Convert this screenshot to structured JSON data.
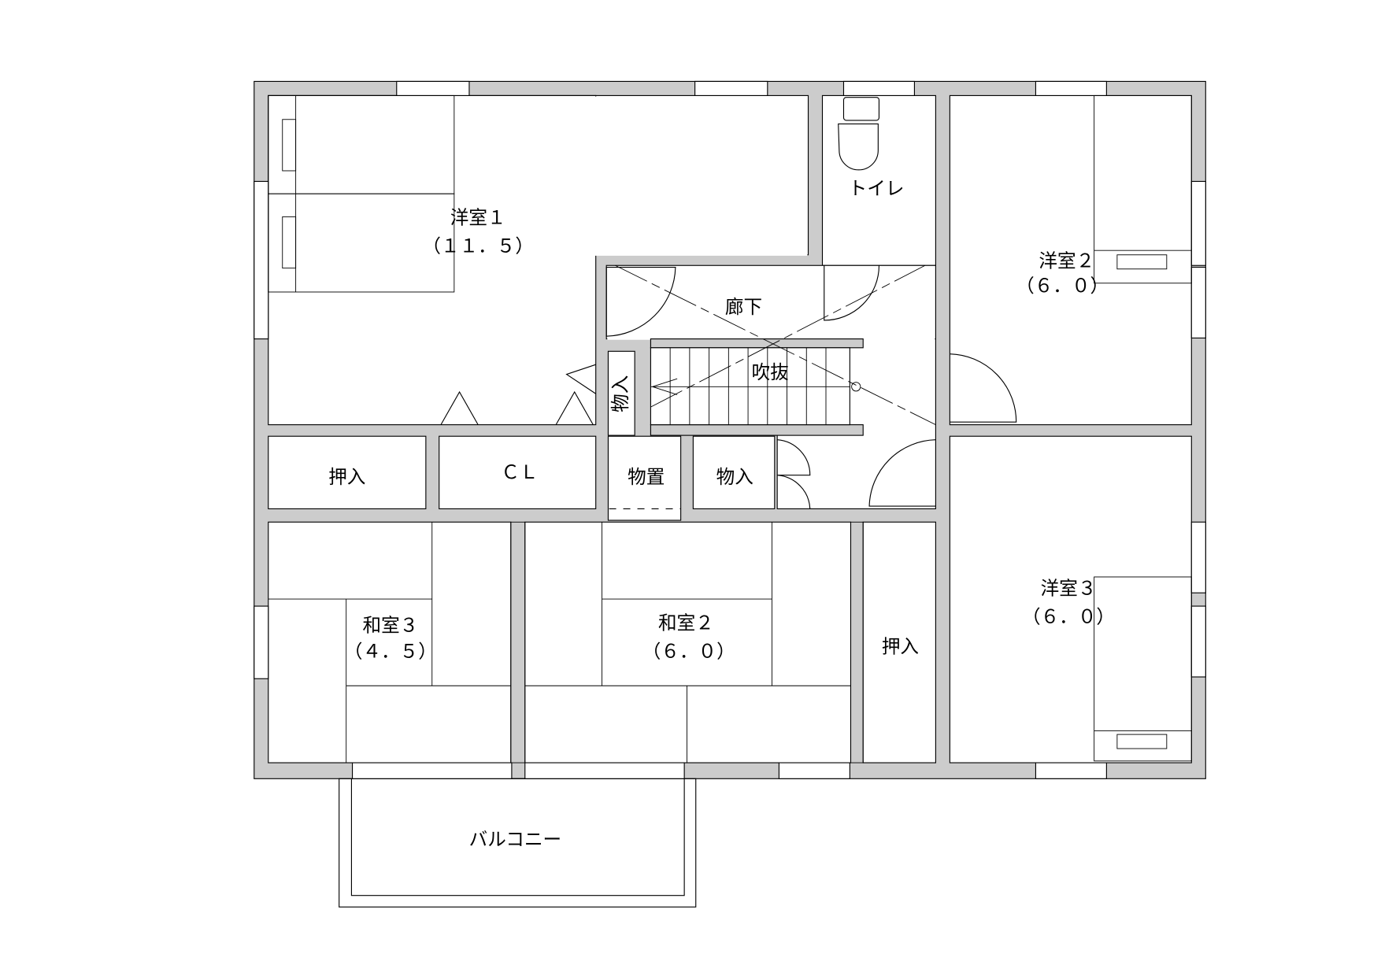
{
  "floor_plan": {
    "rooms": {
      "western1": {
        "name": "洋室１",
        "area": "（１１．５）"
      },
      "toilet": {
        "name": "トイレ"
      },
      "western2": {
        "name": "洋室２",
        "area": "（６．０）"
      },
      "hallway": {
        "name": "廊下"
      },
      "atrium": {
        "name": "吹抜"
      },
      "storage_small": {
        "name": "物入"
      },
      "closet_left": {
        "name": "押入"
      },
      "cl": {
        "name": "ＣＬ"
      },
      "storeroom": {
        "name": "物置"
      },
      "storage": {
        "name": "物入"
      },
      "japanese3": {
        "name": "和室３",
        "area": "（４．５）"
      },
      "japanese2": {
        "name": "和室２",
        "area": "（６．０）"
      },
      "closet_right": {
        "name": "押入"
      },
      "western3": {
        "name": "洋室３",
        "area": "（６．０）"
      },
      "balcony": {
        "name": "バルコニー"
      }
    },
    "colors": {
      "wall": "#cccccc",
      "line": "#000000",
      "background": "#ffffff"
    }
  }
}
